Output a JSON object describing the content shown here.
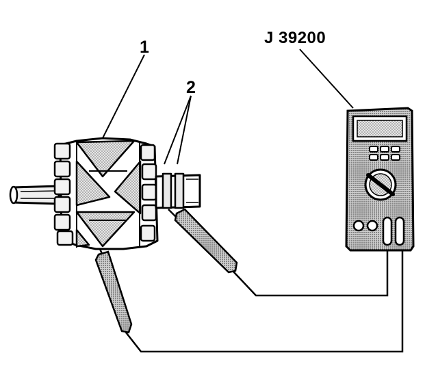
{
  "callouts": {
    "rotor": "1",
    "slip_rings": "2",
    "tool": "J 39200"
  },
  "colors": {
    "ink": "#000000",
    "paper": "#ffffff",
    "screen": "#cfcfcf",
    "meter_body": "#b9b9b9",
    "probe_grip": "#a8a8a8",
    "rotor_shade": "#d9d9d9"
  },
  "icons": {
    "rotor": "alternator-rotor-icon",
    "meter": "digital-multimeter-icon",
    "probe": "test-probe-icon"
  }
}
